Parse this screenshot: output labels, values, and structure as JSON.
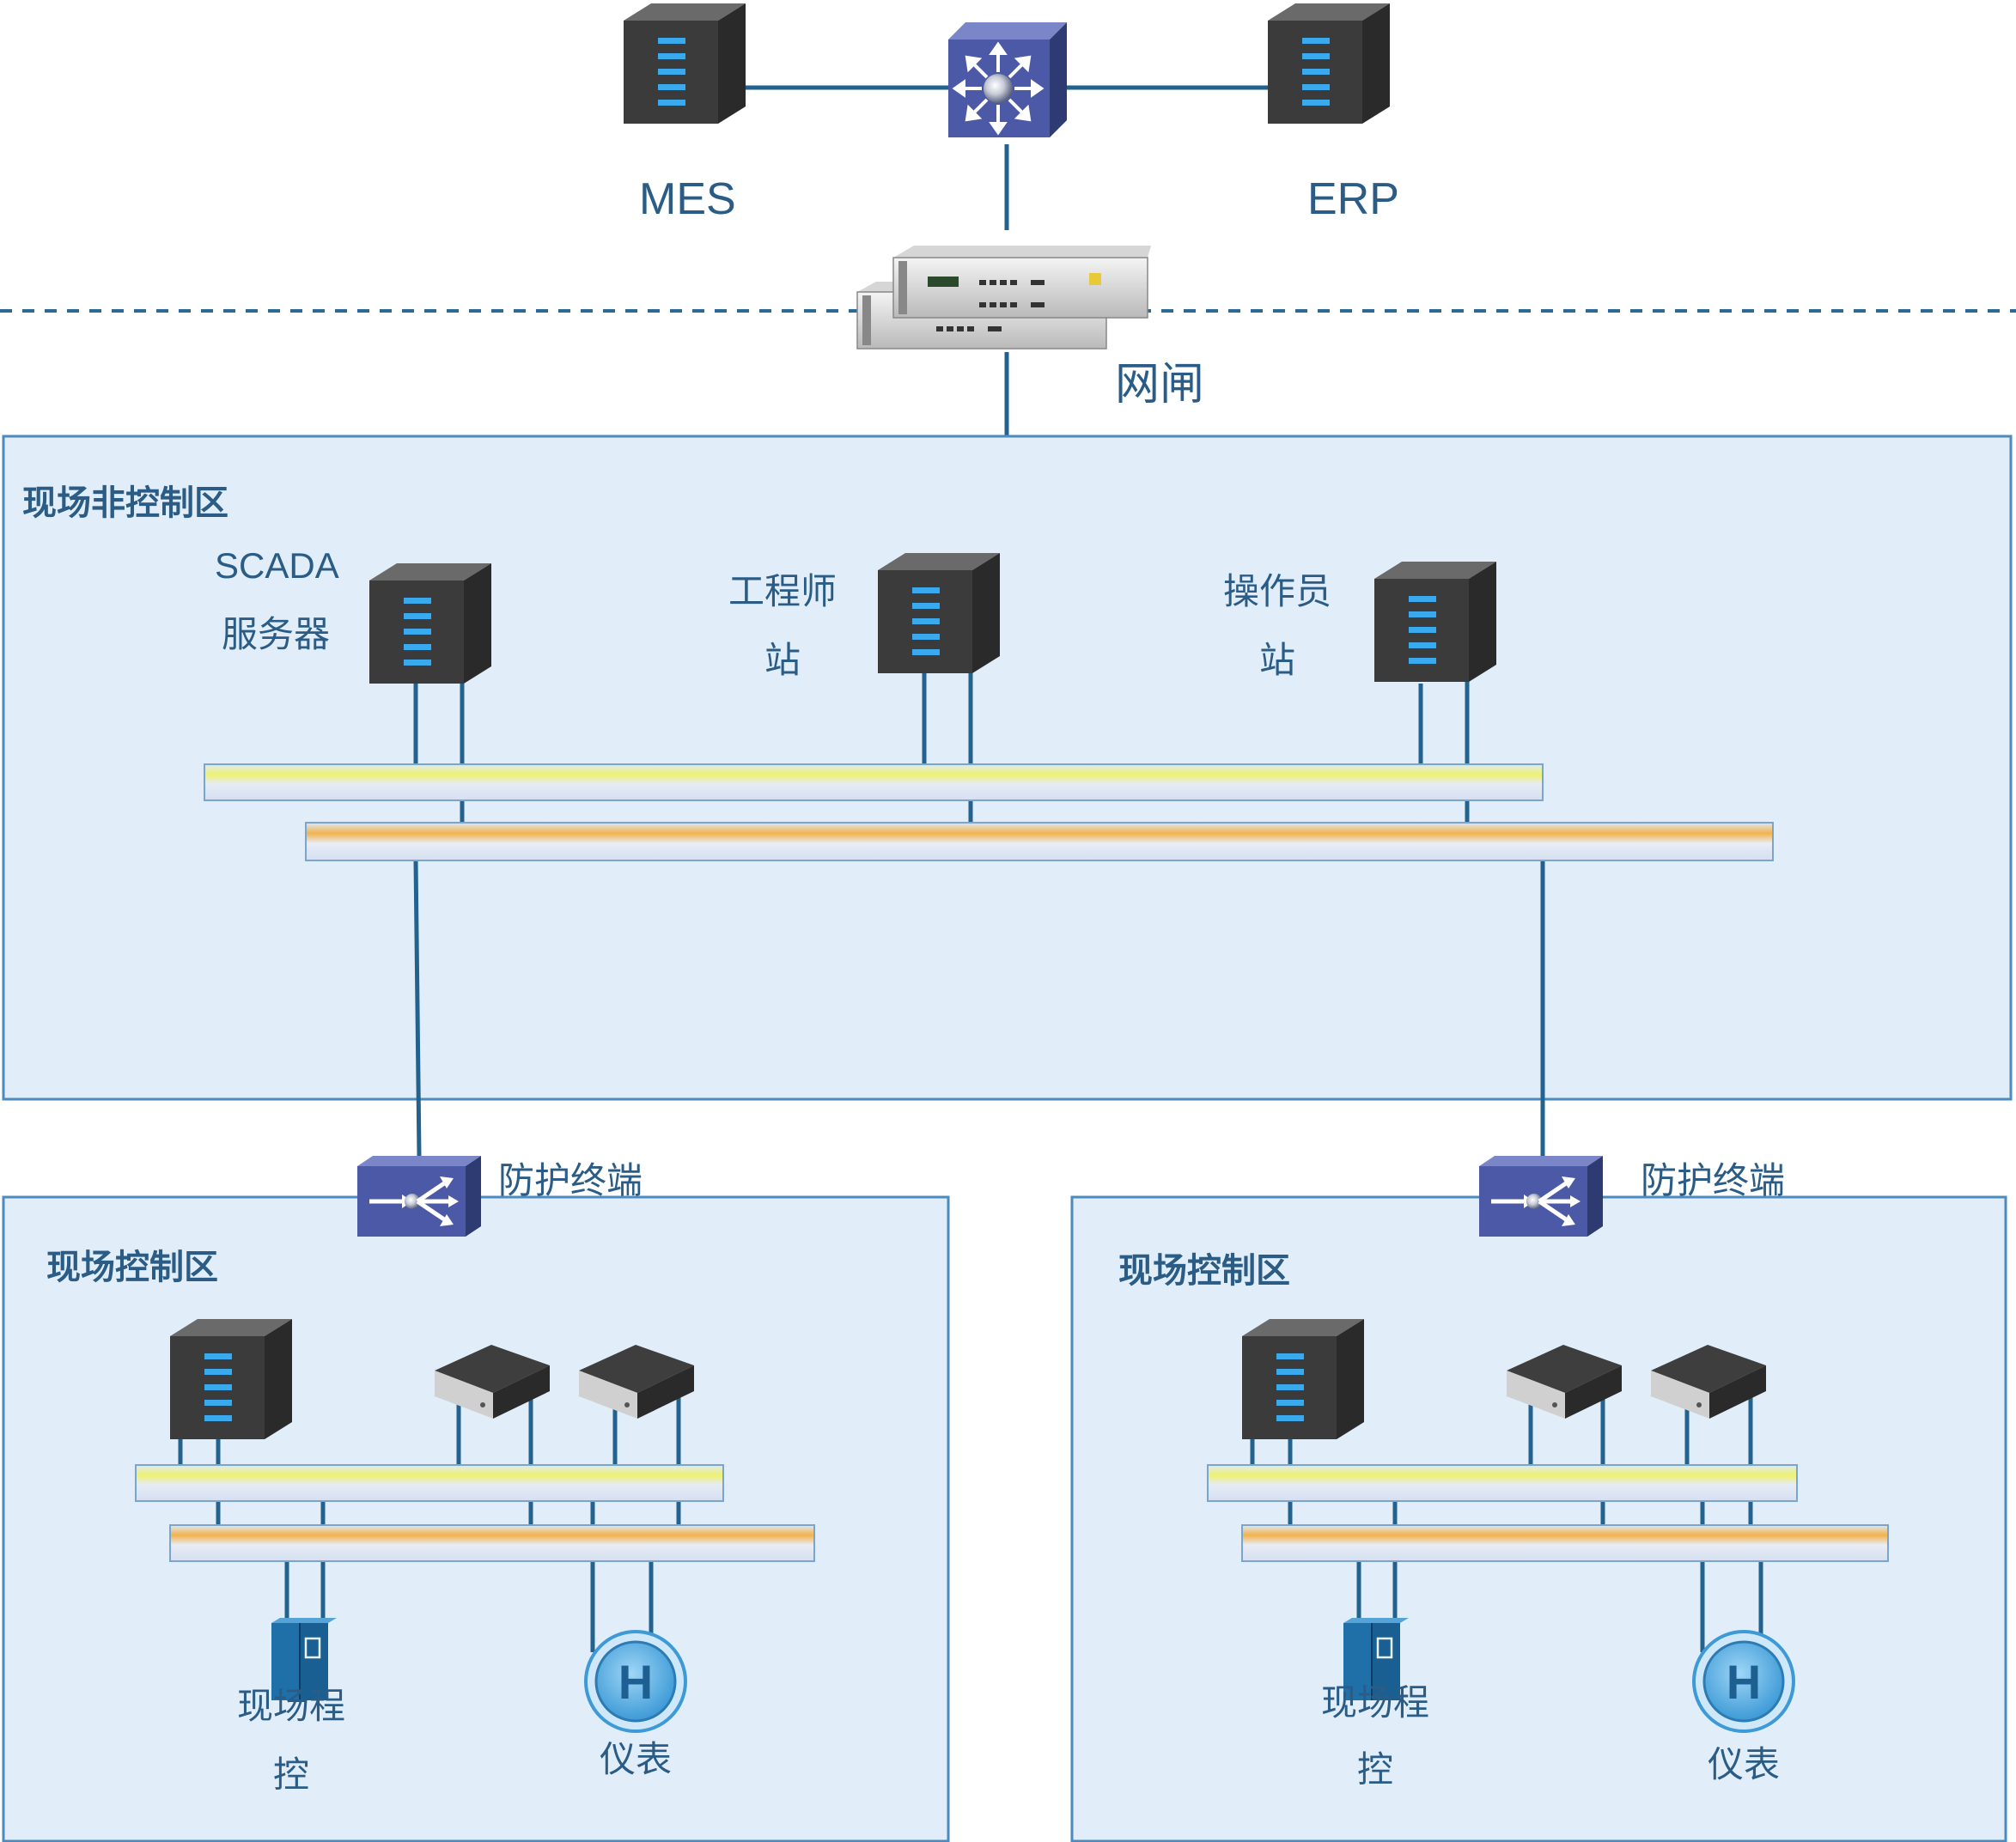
{
  "top": {
    "mes_label": "MES",
    "erp_label": "ERP",
    "gateway_label": "网闸"
  },
  "zones": {
    "noncontrol": {
      "title": "现场非控制区",
      "scada_line1": "SCADA",
      "scada_line2": "服务器",
      "engineer_line1": "工程师",
      "engineer_line2": "站",
      "operator_line1": "操作员",
      "operator_line2": "站"
    },
    "control_left": {
      "title": "现场控制区",
      "guard_label": "防护终端",
      "field_line1": "现场程",
      "field_line2": "控",
      "meter_label": "仪表"
    },
    "control_right": {
      "title": "现场控制区",
      "guard_label": "防护终端",
      "field_line1": "现场程",
      "field_line2": "控",
      "meter_label": "仪表"
    }
  },
  "icons": {
    "server": "server-tower-icon",
    "core_switch": "core-switch-icon",
    "gateway": "rack-gateway-icon",
    "guard": "firewall-router-icon",
    "device": "network-device-icon",
    "plc": "plc-cabinet-icon",
    "meter": "meter-h-icon"
  },
  "meter_letter": "H",
  "colors": {
    "line": "#23628e",
    "zone_fill": "#e1eef9",
    "zone_border": "#4b8bbf",
    "bus_a": "#eef270",
    "bus_b": "#f2b24c",
    "text": "#2a5c86"
  }
}
